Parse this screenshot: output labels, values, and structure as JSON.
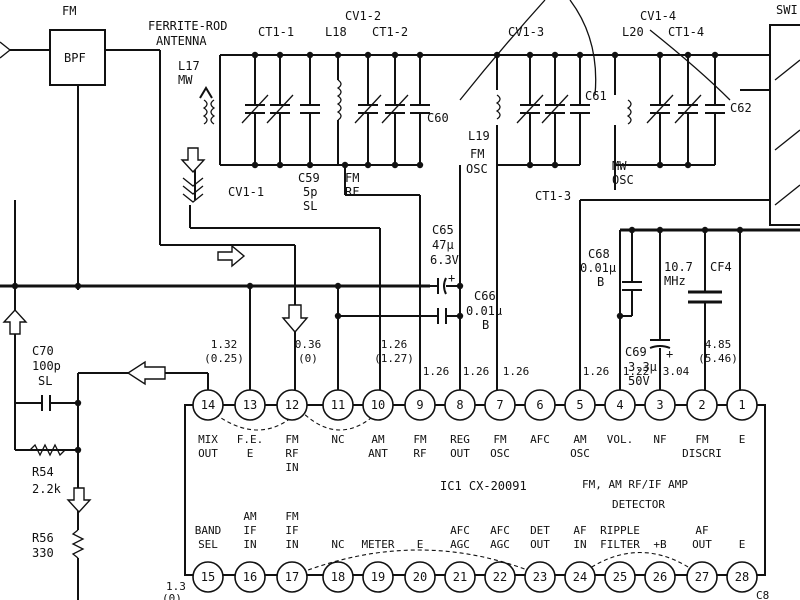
{
  "blocks": {
    "bpf": {
      "label": "BPF",
      "header": "FM"
    },
    "sw": "SWI",
    "ic": {
      "title": "IC1  CX-20091",
      "desc_line1": "FM, AM  RF/IF AMP",
      "desc_line2": "DETECTOR"
    }
  },
  "components": {
    "antenna": {
      "l1": "FERRITE-ROD",
      "l2": "ANTENNA",
      "ref": "L17",
      "band": "MW"
    },
    "ct1_1": "CT1-1",
    "cv1_2": "CV1-2",
    "l18": "L18",
    "ct1_2": "CT1-2",
    "cv1_3": "CV1-3",
    "cv1_4": "CV1-4",
    "l20": "L20",
    "ct1_4": "CT1-4",
    "c60": "C60",
    "c61": "C61",
    "c62": "C62",
    "cv1_1": "CV1-1",
    "c59": {
      "ref": "C59",
      "val": "5p",
      "type": "SL"
    },
    "fm_rf": {
      "l1": "FM",
      "l2": "RF"
    },
    "l19": {
      "ref": "L19",
      "l1": "FM",
      "l2": "OSC"
    },
    "ct1_3": "CT1-3",
    "mw_osc": {
      "l1": "MW",
      "l2": "OSC"
    },
    "c65": {
      "ref": "C65",
      "val": "47µ",
      "volt": "6.3V"
    },
    "c66": {
      "ref": "C66",
      "val": "0.01µ",
      "type": "B"
    },
    "c68": {
      "ref": "C68",
      "val": "0.01µ",
      "type": "B"
    },
    "xtal": {
      "l1": "10.7",
      "l2": "MHz"
    },
    "cf4": "CF4",
    "c69": {
      "ref": "C69",
      "val": "3.3µ",
      "volt": "50V"
    },
    "c70": {
      "ref": "C70",
      "val": "100p",
      "type": "SL"
    },
    "r54": {
      "ref": "R54",
      "val": "2.2k"
    },
    "r56": {
      "ref": "R56",
      "val": "330"
    },
    "pin15_v": "1.3",
    "pin15_v2": "(0)",
    "bottom_right": "C8"
  },
  "voltages": {
    "p14": {
      "a": "1.32",
      "b": "(0.25)"
    },
    "p12": {
      "a": "0.36",
      "b": "(0)"
    },
    "p10": {
      "a": "1.26",
      "b": "(1.27)"
    },
    "p9": "1.26",
    "p8": "1.26",
    "p7": "1.26",
    "p5": "1.26",
    "p4": "1.22",
    "p3": "3.04",
    "p2": {
      "a": "4.85",
      "b": "(5.46)"
    }
  },
  "pins_top": [
    {
      "num": "14",
      "l1": "MIX",
      "l2": "OUT",
      "l3": ""
    },
    {
      "num": "13",
      "l1": "F.E.",
      "l2": "E",
      "l3": ""
    },
    {
      "num": "12",
      "l1": "FM",
      "l2": "RF",
      "l3": "IN"
    },
    {
      "num": "11",
      "l1": "NC",
      "l2": "",
      "l3": ""
    },
    {
      "num": "10",
      "l1": "AM",
      "l2": "ANT",
      "l3": ""
    },
    {
      "num": "9",
      "l1": "FM",
      "l2": "RF",
      "l3": ""
    },
    {
      "num": "8",
      "l1": "REG",
      "l2": "OUT",
      "l3": ""
    },
    {
      "num": "7",
      "l1": "FM",
      "l2": "OSC",
      "l3": ""
    },
    {
      "num": "6",
      "l1": "AFC",
      "l2": "",
      "l3": ""
    },
    {
      "num": "5",
      "l1": "AM",
      "l2": "OSC",
      "l3": ""
    },
    {
      "num": "4",
      "l1": "VOL.",
      "l2": "",
      "l3": ""
    },
    {
      "num": "3",
      "l1": "NF",
      "l2": "",
      "l3": ""
    },
    {
      "num": "2",
      "l1": "FM",
      "l2": "DISCRI",
      "l3": ""
    },
    {
      "num": "1",
      "l1": "E",
      "l2": "",
      "l3": ""
    }
  ],
  "pins_bottom": [
    {
      "num": "15",
      "l1": "BAND",
      "l2": "SEL",
      "l3": ""
    },
    {
      "num": "16",
      "l1": "AM",
      "l2": "IF",
      "l3": "IN"
    },
    {
      "num": "17",
      "l1": "FM",
      "l2": "IF",
      "l3": "IN"
    },
    {
      "num": "18",
      "l1": "NC",
      "l2": "",
      "l3": ""
    },
    {
      "num": "19",
      "l1": "METER",
      "l2": "",
      "l3": ""
    },
    {
      "num": "20",
      "l1": "E",
      "l2": "",
      "l3": ""
    },
    {
      "num": "21",
      "l1": "AFC",
      "l2": "AGC",
      "l3": ""
    },
    {
      "num": "22",
      "l1": "AFC",
      "l2": "AGC",
      "l3": ""
    },
    {
      "num": "23",
      "l1": "DET",
      "l2": "OUT",
      "l3": ""
    },
    {
      "num": "24",
      "l1": "AF",
      "l2": "IN",
      "l3": ""
    },
    {
      "num": "25",
      "l1": "RIPPLE",
      "l2": "FILTER",
      "l3": ""
    },
    {
      "num": "26",
      "l1": "+B",
      "l2": "",
      "l3": ""
    },
    {
      "num": "27",
      "l1": "AF",
      "l2": "OUT",
      "l3": ""
    },
    {
      "num": "28",
      "l1": "E",
      "l2": "",
      "l3": ""
    }
  ]
}
